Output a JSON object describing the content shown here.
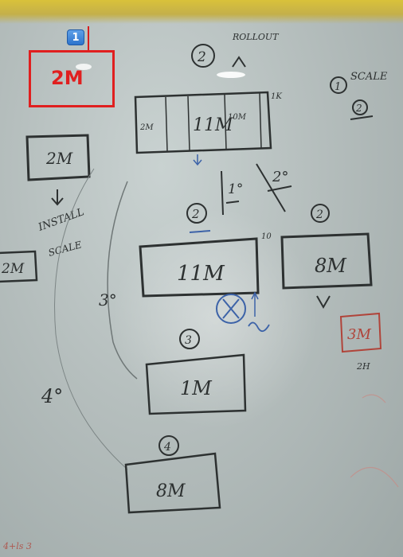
{
  "annotation": {
    "marker_number": "1",
    "highlight_text": "2M"
  },
  "whiteboard": {
    "top_note": "ROLLOUT",
    "top_circle": "2",
    "right_notes": [
      "1",
      "SCALE",
      "2"
    ],
    "left_box": "2M",
    "left_box_note": "INSTALL",
    "left_scale": "SCALE",
    "far_left_box": "2M",
    "top_box_segments": [
      "2M",
      "11M",
      "10M"
    ],
    "top_box_tag": "1K",
    "mid_circle_left": "2",
    "mid_deg_1": "1°",
    "mid_deg_2": "2°",
    "mid_circle_right": "2",
    "mid_box_left": "11M",
    "mid_box_left_tag": "10",
    "mid_box_right": "8M",
    "left_deg_3": "3°",
    "circle_3": "3",
    "box_1m": "1M",
    "left_deg_4": "4°",
    "circle_4": "4",
    "box_8m_bottom": "8M",
    "red_box": "3M",
    "red_note": "2H",
    "bottom_left_note": "4+ls 3"
  }
}
